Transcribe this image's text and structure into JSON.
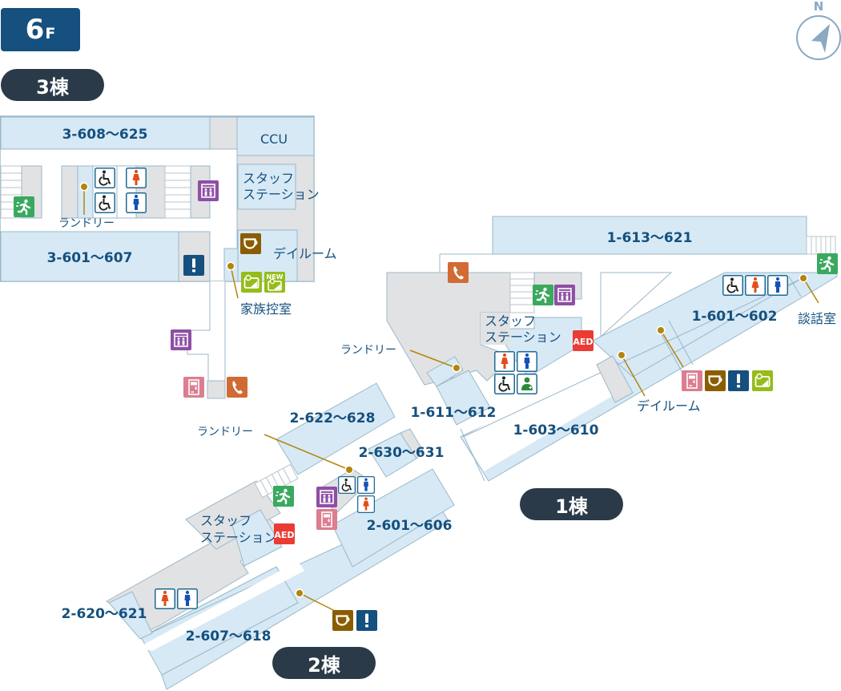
{
  "floor": {
    "number": "6",
    "unit": "F"
  },
  "compass": {
    "label": "N",
    "color": "#8aa9c3"
  },
  "colors": {
    "room_fill": "#d6e9f5",
    "room_stroke": "#9bb8c8",
    "service_fill": "#e1e2e4",
    "corridor": "#ffffff",
    "text": "#15507e",
    "pill": "#2b3a49",
    "leader": "#b5840b",
    "exit_green": "#3aa95f",
    "elevator_purple": "#8e4fa5",
    "phone_orange": "#d16b33",
    "vending_pink": "#dc7d90",
    "cafe_brown": "#8a5e00",
    "info_blue": "#15507e",
    "atm_lime": "#95bc1a",
    "aed_red": "#ea3c35",
    "female_red": "#e04e1a",
    "male_blue": "#1453b5",
    "firstaid_green": "#2c8a3a"
  },
  "buildings": {
    "b3": {
      "label": "3棟"
    },
    "b1": {
      "label": "1棟"
    },
    "b2": {
      "label": "2棟"
    }
  },
  "rooms": {
    "r3_608": "3-608～625",
    "ccu": "CCU",
    "r3_601": "3-601～607",
    "r1_613": "1-613～621",
    "r1_601": "1-601～602",
    "r1_611": "1-611～612",
    "r1_603": "1-603～610",
    "r2_622": "2-622～628",
    "r2_630": "2-630～631",
    "r2_601": "2-601～606",
    "r2_620": "2-620～621",
    "r2_607": "2-607～618"
  },
  "areas": {
    "b3_staff_1": "スタッフ",
    "b3_staff_2": "ステーション",
    "b3_dayroom": "デイルーム",
    "b3_laundry": "ランドリー",
    "b3_family": "家族控室",
    "b1_staff_1": "スタッフ",
    "b1_staff_2": "ステーション",
    "b1_laundry": "ランドリー",
    "b1_dayroom": "デイルーム",
    "b1_talk": "談話室",
    "b2_laundry": "ランドリー",
    "b2_staff_1": "スタッフ",
    "b2_staff_2": "ステーション"
  },
  "icon_text": {
    "aed": "AED",
    "new": "NEW",
    "info": "!"
  }
}
